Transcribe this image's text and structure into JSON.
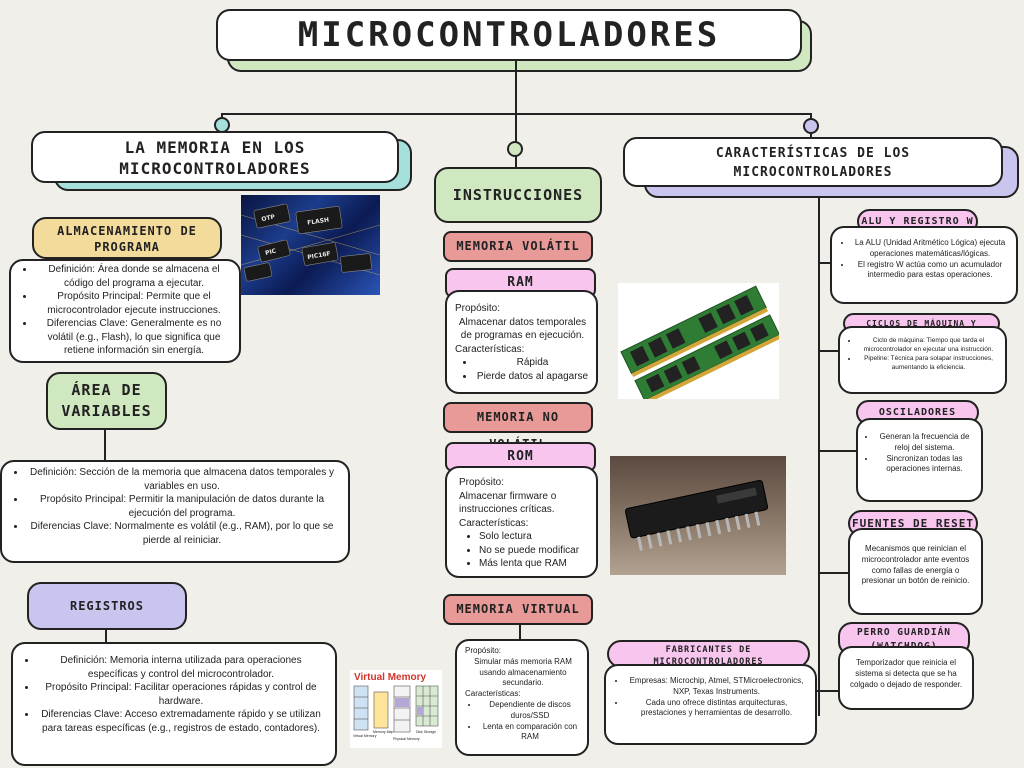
{
  "title": "MICROCONTROLADORES",
  "left": {
    "header": "LA MEMORIA EN LOS MICROCONTROLADORES",
    "almacenamiento": {
      "title": "ALMACENAMIENTO DE PROGRAMA",
      "items": [
        "Definición: Área donde se almacena el código del programa a ejecutar.",
        "Propósito Principal: Permite que el microcontrolador ejecute instrucciones.",
        "Diferencias Clave: Generalmente es no volátil (e.g., Flash), lo que significa que retiene información sin energía."
      ]
    },
    "variables": {
      "title": "ÁREA DE VARIABLES",
      "items": [
        "Definición: Sección de la memoria que almacena datos temporales y variables en uso.",
        "Propósito Principal: Permitir la manipulación de datos durante la ejecución del programa.",
        "Diferencias Clave: Normalmente es volátil (e.g., RAM), por lo que se pierde al reiniciar."
      ]
    },
    "registros": {
      "title": "REGISTROS ESPECIALES",
      "items": [
        "Definición: Memoria interna utilizada para operaciones específicas y control del microcontrolador.",
        "Propósito Principal: Facilitar operaciones rápidas y control de hardware.",
        "Diferencias Clave: Acceso extremadamente rápido y se utilizan para tareas específicas (e.g., registros de estado, contadores)."
      ]
    },
    "chip_labels": [
      "OTP",
      "FLASH",
      "PIC",
      "PIC16F"
    ]
  },
  "middle": {
    "header": "INSTRUCCIONES",
    "volatil": "MEMORIA VOLÁTIL",
    "ram": {
      "title": "RAM",
      "proposito_label": "Propósito:",
      "proposito": "Almacenar datos temporales de programas en ejecución.",
      "caracteristicas_label": "Características:",
      "items": [
        "Rápida",
        "Pierde datos al apagarse"
      ]
    },
    "no_volatil": "MEMORIA NO VOLÁTIL",
    "rom": {
      "title": "ROM",
      "proposito_label": "Propósito:",
      "proposito": "Almacenar firmware o instrucciones críticas.",
      "caracteristicas_label": "Características:",
      "items": [
        "Solo lectura",
        "No se puede modificar",
        "Más lenta que RAM"
      ]
    },
    "virtual_title": "MEMORIA VIRTUAL",
    "virtual": {
      "proposito_label": "Propósito:",
      "proposito": "Simular más memoria RAM usando almacenamiento secundario.",
      "caracteristicas_label": "Características:",
      "items": [
        "Dependiente de discos duros/SSD",
        "Lenta en comparación con RAM"
      ]
    },
    "vm_image": {
      "title": "Virtual Memory",
      "labels": [
        "Virtual Memory",
        "Memory Map",
        "Physical Memory",
        "Disk Storage"
      ]
    }
  },
  "right": {
    "header": "CARACTERÍSTICAS DE LOS MICROCONTROLADORES",
    "alu": {
      "title": "ALU Y REGISTRO W",
      "items": [
        "La ALU (Unidad Aritmético Lógica) ejecuta operaciones matemáticas/lógicas.",
        "El registro W actúa como un acumulador intermedio para estas operaciones."
      ]
    },
    "ciclos": {
      "title": "CICLOS DE MÁQUINA Y PIPELINE",
      "items": [
        "Ciclo de máquina: Tiempo que tarda el microcontrolador en ejecutar una instrucción.",
        "Pipeline: Técnica para solapar instrucciones, aumentando la eficiencia."
      ]
    },
    "osciladores": {
      "title": "OSCILADORES",
      "items": [
        "Generan la frecuencia de reloj del sistema.",
        "Sincronizan todas las operaciones internas."
      ]
    },
    "reset": {
      "title": "FUENTES DE RESET",
      "text": "Mecanismos que reinician el microcontrolador ante eventos como fallas de energía o presionar un botón de reinicio."
    },
    "watchdog": {
      "title": "PERRO GUARDIÁN (WATCHDOG)",
      "text": "Temporizador que reinicia el sistema si detecta que se ha colgado o dejado de responder."
    },
    "fabricantes": {
      "title": "FABRICANTES DE MICROCONTROLADORES",
      "items": [
        "Empresas: Microchip, Atmel, STMicroelectronics, NXP, Texas Instruments.",
        "Cada uno ofrece distintas arquitecturas, prestaciones y herramientas de desarrollo."
      ]
    }
  },
  "colors": {
    "mint": "#cfe8c0",
    "teal": "#a6e0dc",
    "lavender": "#c9c5ee",
    "pink": "#f7c5ee",
    "salmon": "#e89a98",
    "yellow": "#f3dc9b",
    "violet": "#b9b0ea"
  }
}
